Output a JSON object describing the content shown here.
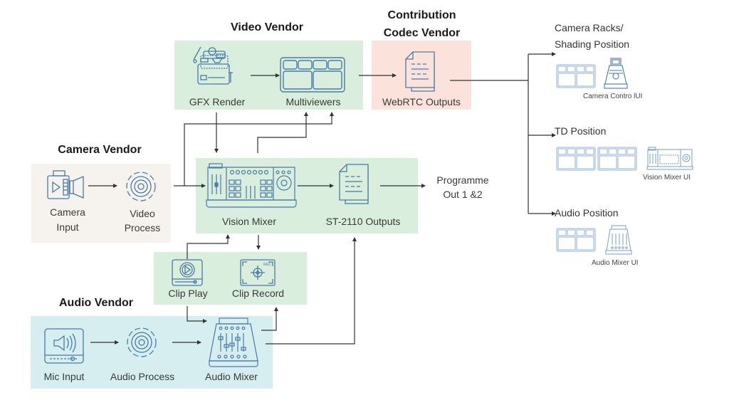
{
  "colors": {
    "video_vendor_bg": "#d9eedc",
    "codec_vendor_bg": "#fbe3db",
    "camera_vendor_bg": "#f6f3ee",
    "audio_vendor_bg": "#d6eeef",
    "icon_stroke": "#4a7aa8",
    "icon_stroke_light": "#a8c2de",
    "wire": "#333333"
  },
  "vendors": {
    "video": "Video Vendor",
    "codec": "Contribution Codec Vendor",
    "codec_line1": "Contribution",
    "codec_line2": "Codec Vendor",
    "camera": "Camera Vendor",
    "audio": "Audio Vendor"
  },
  "nodes": {
    "gfx_render": "GFX Render",
    "multiviewers": "Multiviewers",
    "webrtc_outputs": "WebRTC Outputs",
    "camera_input_1": "Camera",
    "camera_input_2": "Input",
    "video_process_1": "Video",
    "video_process_2": "Process",
    "vision_mixer": "Vision Mixer",
    "st2110_outputs": "ST-2110  Outputs",
    "programme_out_1": "Programme",
    "programme_out_2": "Out 1 &2",
    "clip_play": "Clip Play",
    "clip_record": "Clip Record",
    "mic_input": "Mic Input",
    "audio_process": "Audio Process",
    "audio_mixer": "Audio Mixer"
  },
  "positions": {
    "camera_racks_1": "Camera Racks/",
    "camera_racks_2": "Shading Position",
    "camera_control_ui": "Camera Contro lUI",
    "td_position": "TD Position",
    "vision_mixer_ui": "Vision Mixer UI",
    "audio_position": "Audio Position",
    "audio_mixer_ui": "Audio Mixer UI"
  },
  "icons": {
    "gfx_render": "gfx-render-icon",
    "multiviewer": "multiviewer-icon",
    "document": "document-icon",
    "camera": "video-camera-icon",
    "process": "gear-cycle-icon",
    "vision_mixer": "vision-mixer-console-icon",
    "clip_play": "play-clip-icon",
    "clip_record": "record-target-icon",
    "mic_input": "speaker-icon",
    "audio_mixer": "audio-mixer-console-icon",
    "camera_control": "camera-control-panel-icon",
    "rec_badge": "REC"
  }
}
